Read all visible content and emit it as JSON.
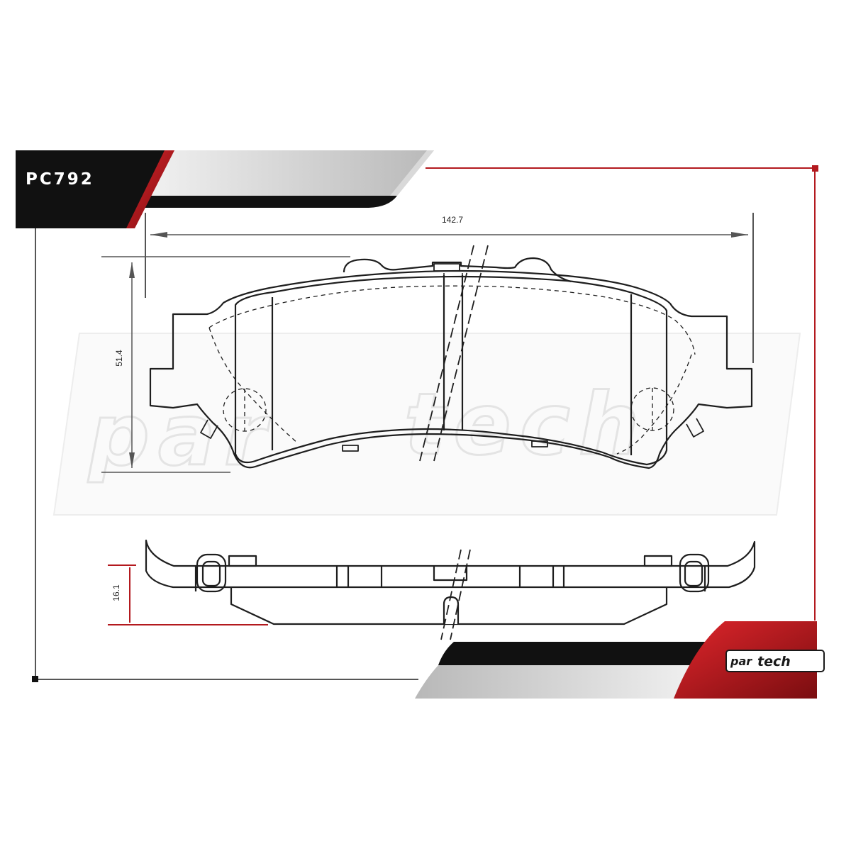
{
  "header": {
    "part_number": "PC792"
  },
  "dimensions": {
    "width": "142.7",
    "height": "51.4",
    "thickness": "16.1"
  },
  "brand": {
    "logo_left": "par",
    "logo_right": "tech",
    "watermark_left": "par",
    "watermark_right": "tech"
  },
  "colors": {
    "accent_red": "#b3191e",
    "dark": "#111111",
    "light_gray": "#cfcfcf",
    "line": "#1e1e1e"
  }
}
